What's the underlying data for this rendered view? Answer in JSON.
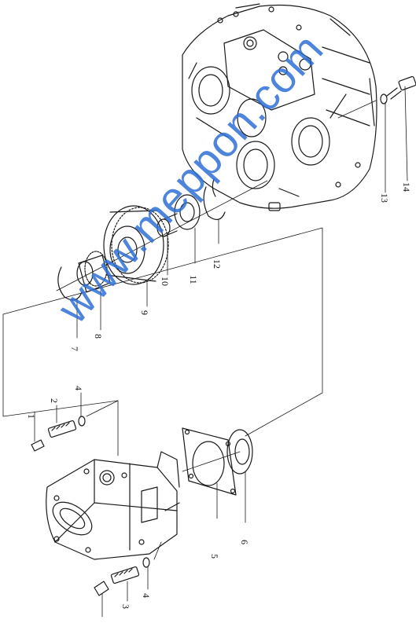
{
  "diagram": {
    "callouts": [
      "1",
      "2",
      "3",
      "4",
      "4",
      "5",
      "6",
      "7",
      "8",
      "9",
      "10",
      "11",
      "12",
      "13",
      "14"
    ]
  },
  "watermark": {
    "text": "www.meppon.com"
  },
  "colors": {
    "line": "#1a1a1a",
    "watermark": "#2e6fd6",
    "background": "#ffffff"
  }
}
